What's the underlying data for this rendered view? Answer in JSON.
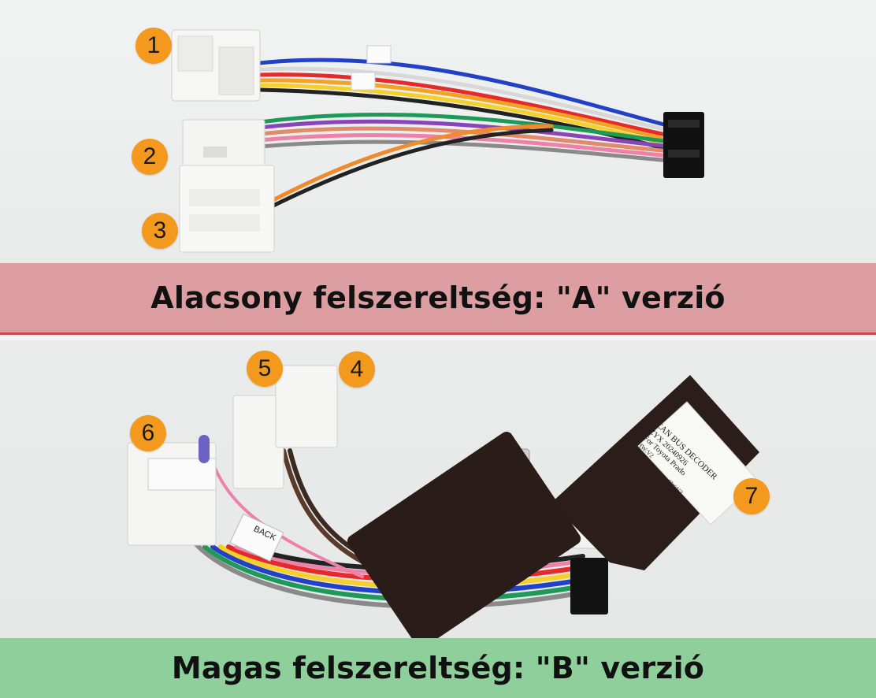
{
  "banners": {
    "a": "Alacsony felszereltség: \"A\" verzió",
    "b": "Magas felszereltség: \"B\" verzió"
  },
  "badges": [
    "1",
    "2",
    "3",
    "4",
    "5",
    "6",
    "7"
  ],
  "decoder_label": {
    "line1": "CAN BUS DECODER",
    "line2": "ZYX 20240926",
    "line3": "For Toyota Prado",
    "line4": "HW:V2",
    "line5": "SW:V2"
  },
  "tag_back": "BACK",
  "colors": {
    "banner_a": "#dd9ea1",
    "banner_a_rule": "#c9474d",
    "banner_b": "#8fcf9b",
    "badge": "#f39a1e"
  }
}
